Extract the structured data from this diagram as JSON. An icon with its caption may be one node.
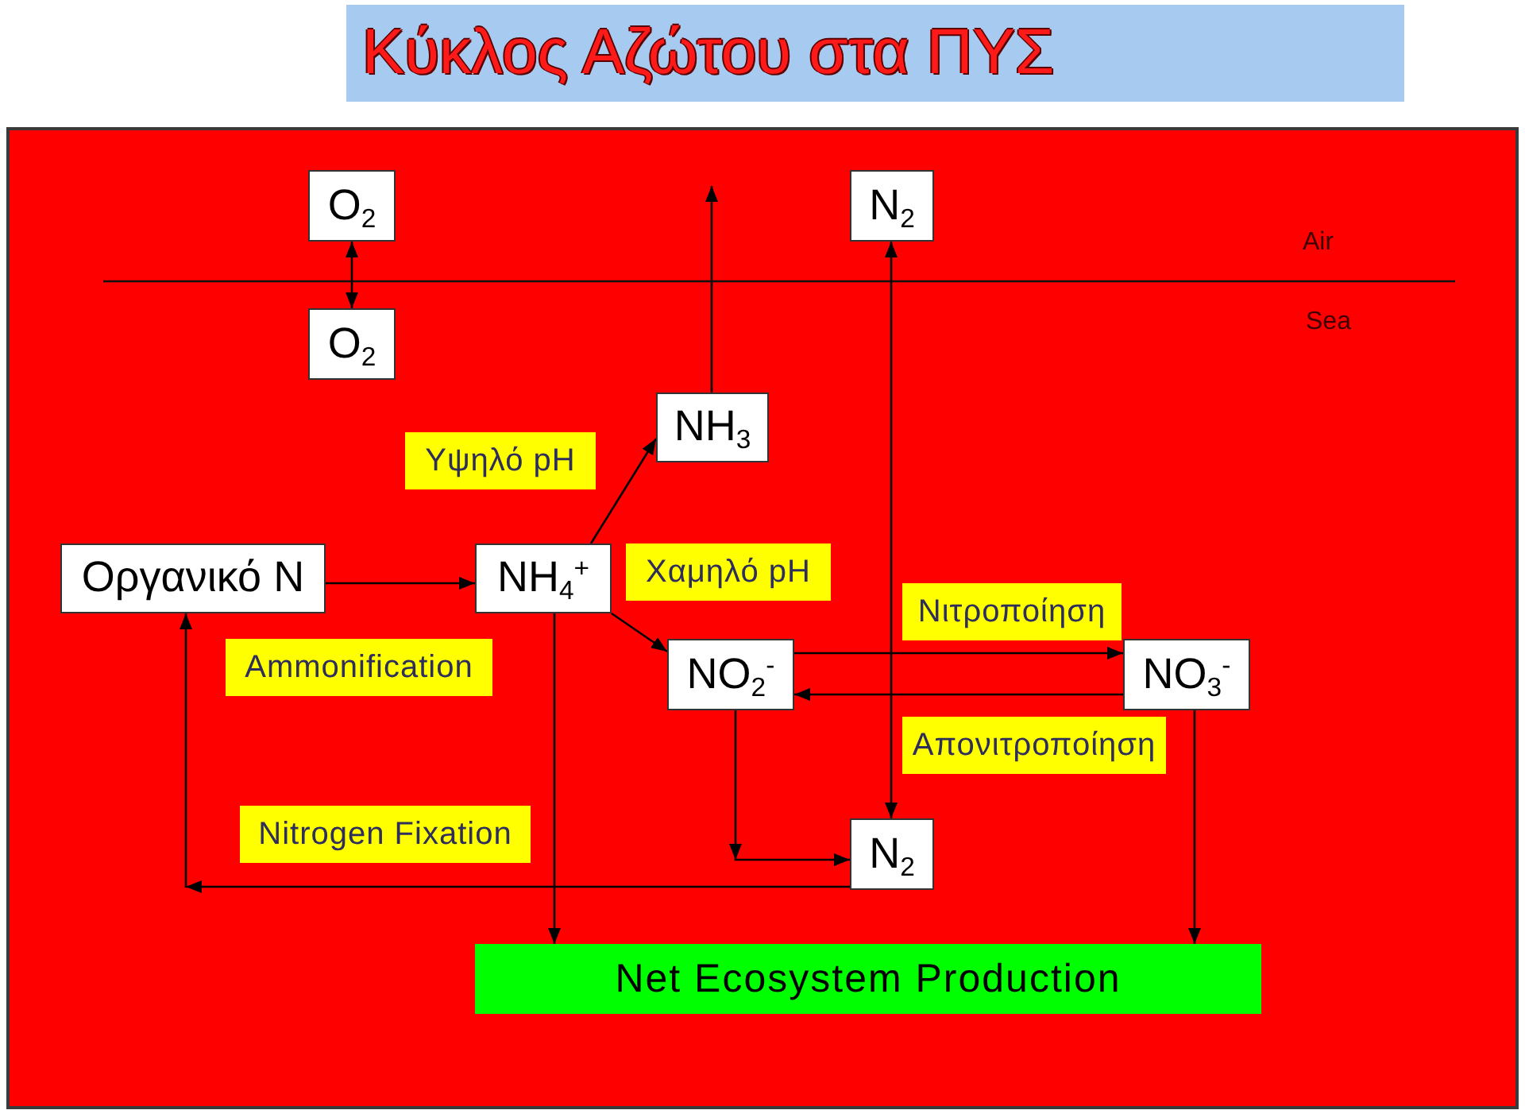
{
  "diagram": {
    "title": "Κύκλος Αζώτου στα ΠΥΣ",
    "nodes": [
      {
        "text": [
          "O$_{2}$"
        ]
      },
      {
        "text": [
          "N$_{2}$"
        ]
      },
      {
        "text": [
          "O$_{2}$"
        ]
      },
      {
        "text": [
          "Υψηλό pH"
        ]
      },
      {
        "text": [
          "NH$_{3}$"
        ]
      },
      {
        "text": [
          "Οργανικό N"
        ]
      },
      {
        "text": [
          "NH$_{4}$$^{+}$"
        ]
      },
      {
        "text": [
          "Χαμηλό pH"
        ]
      },
      {
        "text": [
          "Νιτροποίηση"
        ]
      },
      {
        "text": [
          "Ammonification"
        ]
      },
      {
        "text": [
          "NO$_{2}$$^{-}$"
        ]
      },
      {
        "text": [
          "NO$_{3}$$^{-}$"
        ]
      },
      {
        "text": [
          "Απονιτροποίηση"
        ]
      },
      {
        "text": [
          "Nitrogen Fixation"
        ]
      },
      {
        "text": [
          "N$_{2}$"
        ]
      },
      {
        "text": [
          "Net Ecosystem Production"
        ]
      }
    ],
    "edges": [
      {
        "from": 0,
        "to": 2,
        "arrow": "both"
      },
      {
        "from": 6,
        "to": 4,
        "arrow": "to"
      },
      {
        "from": 4,
        "to": null,
        "arrow": "to"
      },
      {
        "from": 14,
        "to": 1,
        "arrow": "both"
      },
      {
        "from": 5,
        "to": 6,
        "arrow": "to"
      },
      {
        "from": 6,
        "to": 10,
        "arrow": "to"
      },
      {
        "from": 10,
        "to": 11,
        "arrow": "to"
      },
      {
        "from": 11,
        "to": 10,
        "arrow": "to"
      },
      {
        "from": 10,
        "to": 14,
        "arrow": "to"
      },
      {
        "from": 14,
        "to": 5,
        "arrow": "to"
      },
      {
        "from": 6,
        "to": 15,
        "arrow": "to"
      },
      {
        "from": 11,
        "to": 15,
        "arrow": "to"
      }
    ],
    "labels": [
      "Air",
      "Sea"
    ]
  }
}
